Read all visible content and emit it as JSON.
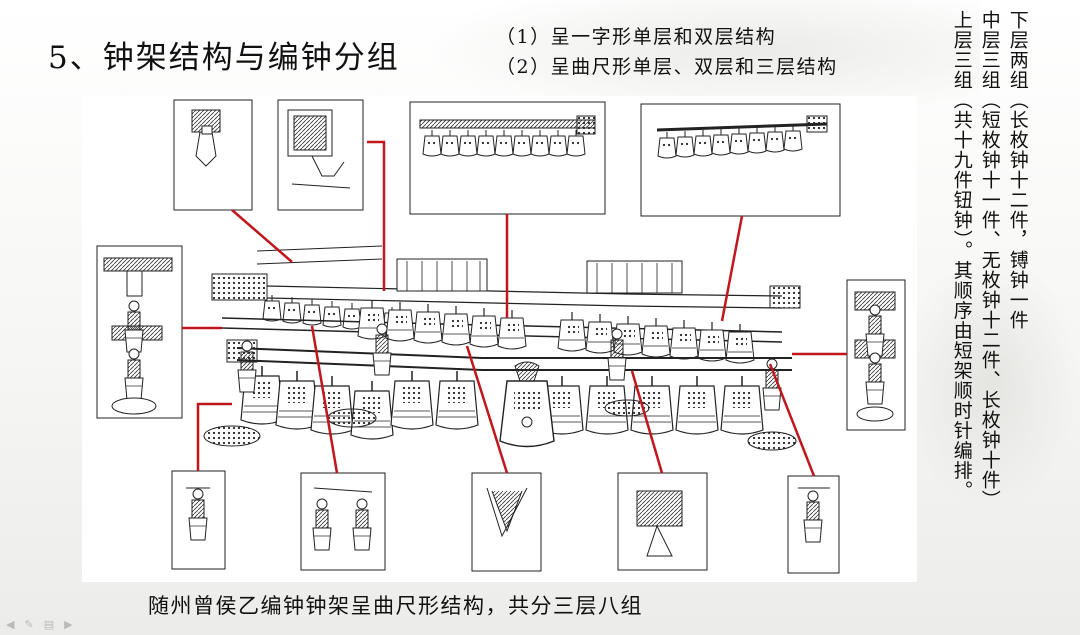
{
  "title": "5、钟架结构与编钟分组",
  "subtitles": [
    "（1）呈一字形单层和双层结构",
    "（2）呈曲尺形单层、双层和三层结构"
  ],
  "vertical_text": {
    "col1": "下层两组（长枚钟十二件，镈钟一件",
    "col2": "中层三组（短枚钟十一件、无枚钟十二件、长枚钟十件）",
    "col3": "上层三组（共十九件钮钟）。其顺序由短架顺时针编排。"
  },
  "caption": "随州曾侯乙编钟钟架呈曲尺形结构，共分三层八组",
  "annotation_color": "#c0161c",
  "toolbar": {
    "icons": [
      "arrow-left-icon",
      "pen-icon",
      "menu-icon",
      "arrow-right-icon"
    ]
  }
}
